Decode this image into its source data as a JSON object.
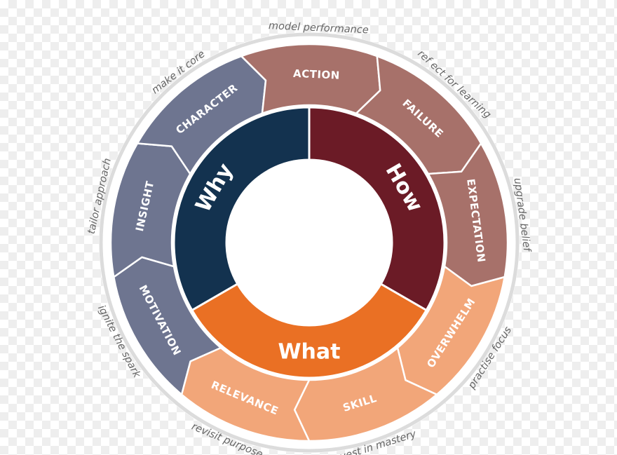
{
  "colors": {
    "why": "#13324f",
    "how": "#6b1b26",
    "what": "#ea7024",
    "why_segments": "#6e7590",
    "how_segments": "#a7716a",
    "what_segments": "#f2a679",
    "ring_border": "#dcdcdc",
    "outer_text": "#666666"
  },
  "inner": {
    "why": "Why",
    "how": "How",
    "what": "What"
  },
  "segments": [
    {
      "id": "motivation",
      "label": "MOTIVATION",
      "group": "why",
      "caption": "ignite the spark"
    },
    {
      "id": "insight",
      "label": "INSIGHT",
      "group": "why",
      "caption": "tailor approach"
    },
    {
      "id": "character",
      "label": "CHARACTER",
      "group": "why",
      "caption": "make it core"
    },
    {
      "id": "action",
      "label": "ACTION",
      "group": "how",
      "caption": "model performance"
    },
    {
      "id": "failure",
      "label": "FAILURE",
      "group": "how",
      "caption": "ref ect for learning"
    },
    {
      "id": "expectation",
      "label": "EXPECTATION",
      "group": "how",
      "caption": "upgrade belief"
    },
    {
      "id": "overwhelm",
      "label": "OVERWHELM",
      "group": "what",
      "caption": "practise focus"
    },
    {
      "id": "skill",
      "label": "SKILL",
      "group": "what",
      "caption": "invest in mastery"
    },
    {
      "id": "relevance",
      "label": "RELEVANCE",
      "group": "what",
      "caption": "revisit purpose"
    }
  ]
}
